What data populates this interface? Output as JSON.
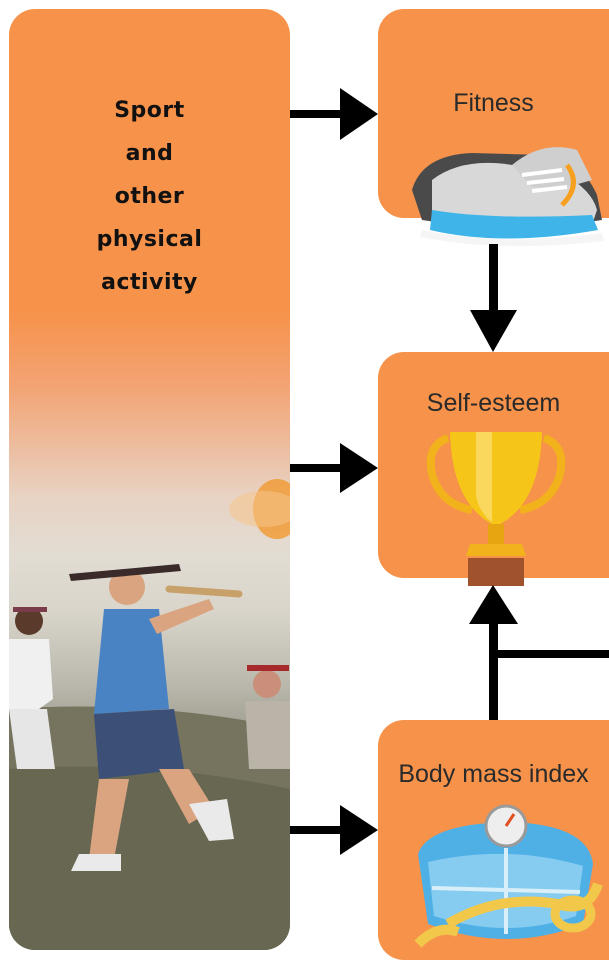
{
  "left_panel": {
    "title": "Sport\nand\nother\nphysical\nactivity"
  },
  "boxes": {
    "fitness": {
      "label": "Fitness",
      "icon": "sneaker-icon"
    },
    "self_esteem": {
      "label": "Self-esteem",
      "icon": "trophy-icon"
    },
    "bmi": {
      "label": "Body mass index",
      "icon": "scale-icon"
    }
  },
  "colors": {
    "panel_orange": "#f7924a",
    "arrow": "#000000"
  }
}
